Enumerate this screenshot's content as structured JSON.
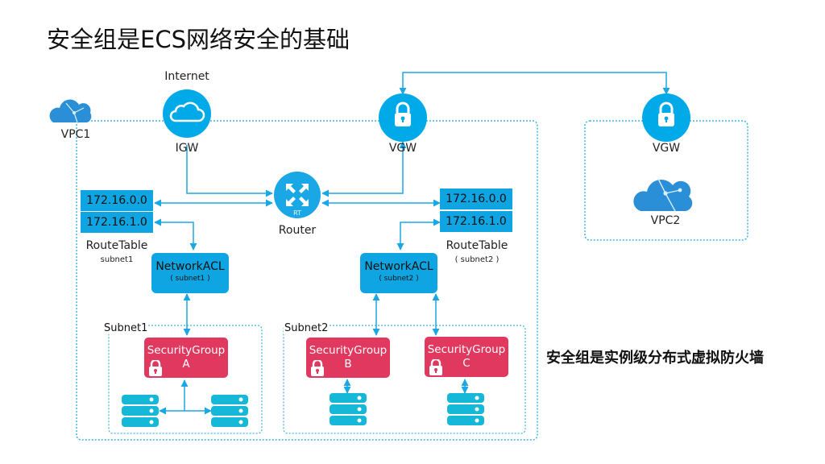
{
  "title": "安全组是ECS网络安全的基础",
  "tagline": "安全组是实例级分布式虚拟防火墙",
  "colors": {
    "accent_blue": "#0ea5e2",
    "circle_blue": "#00a9e8",
    "vpc_cloud_blue": "#2a8fd6",
    "security_group_red": "#e0385e",
    "server_cyan": "#16b8d8",
    "dashed_border": "#3ab4e6"
  },
  "vpc1": {
    "label": "VPC1",
    "internet_label": "Internet",
    "igw": {
      "label": "IGW",
      "icon": "cloud-icon"
    },
    "vgw": {
      "label": "VGW",
      "icon": "lock-icon"
    },
    "router": {
      "label": "Router",
      "badge": "RT",
      "icon": "router-arrows-icon"
    },
    "route_table_1": {
      "rows": [
        "172.16.0.0",
        "172.16.1.0"
      ],
      "label": "RouteTable",
      "sublabel": "subnet1"
    },
    "route_table_2": {
      "rows": [
        "172.16.0.0",
        "172.16.1.0"
      ],
      "label": "RouteTable",
      "sublabel": "( subnet2 )"
    },
    "acl_1": {
      "title": "NetworkACL",
      "subtitle": "( subnet1 )"
    },
    "acl_2": {
      "title": "NetworkACL",
      "subtitle": "( subnet2 )"
    },
    "subnet1": {
      "label": "Subnet1",
      "security_group": {
        "title": "SecurityGroup",
        "id": "A"
      }
    },
    "subnet2": {
      "label": "Subnet2",
      "security_groups": [
        {
          "title": "SecurityGroup",
          "id": "B"
        },
        {
          "title": "SecurityGroup",
          "id": "C"
        }
      ]
    }
  },
  "vpc2": {
    "label": "VPC2",
    "vgw": {
      "label": "VGW",
      "icon": "lock-icon"
    }
  }
}
